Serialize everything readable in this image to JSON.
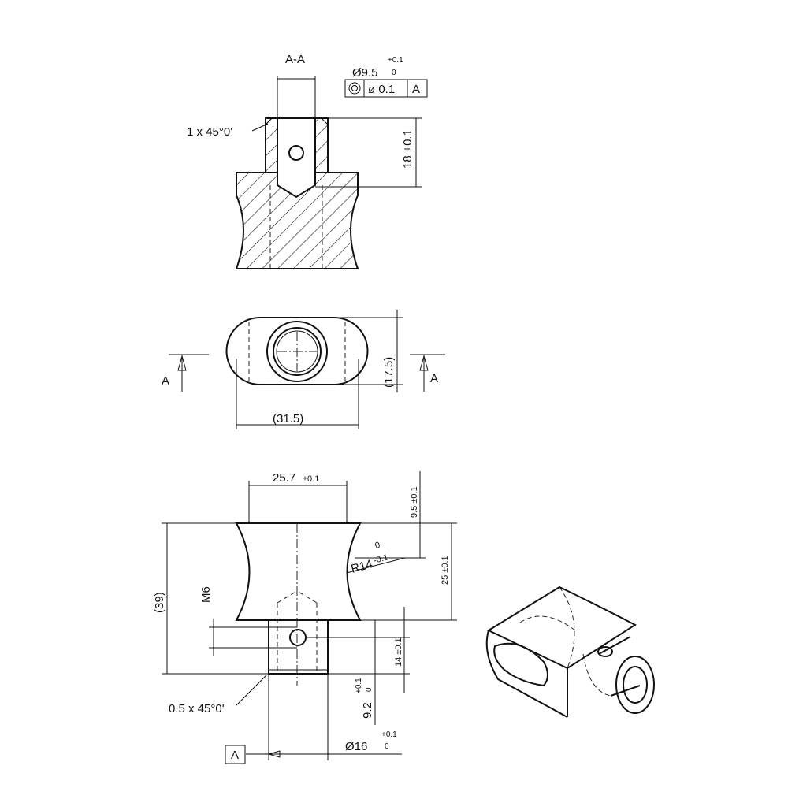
{
  "section": {
    "title": "A-A",
    "chamfer_top": "1 x 45°0'",
    "bore_dia": "Ø9.5",
    "bore_tol_upper": "+0.1",
    "bore_tol_lower": "0",
    "fcf_symbol": "◎",
    "fcf_tolerance": "ø 0.1",
    "fcf_datum": "A",
    "depth_dim": "18 ±0.1"
  },
  "top_view": {
    "width_dim": "(31.5)",
    "height_dim": "(17.5)",
    "cut_left": "A",
    "cut_right": "A"
  },
  "front_view": {
    "top_width": "25.7",
    "top_width_tol": "±0.1",
    "top_offset": "9.5 ±0.1",
    "radius": "R14",
    "radius_tol_upper": "0",
    "radius_tol_lower": "-0.1",
    "body_height": "25 ±0.1",
    "overall_height": "(39)",
    "thread": "M6",
    "hole_pos": "14 ±0.1",
    "boss_len": "9.2",
    "boss_len_tol_upper": "+0.1",
    "boss_len_tol_lower": "0",
    "chamfer_bottom": "0.5 x 45°0'",
    "boss_dia": "Ø16",
    "boss_dia_tol_upper": "+0.1",
    "boss_dia_tol_lower": "0",
    "datum": "A"
  }
}
